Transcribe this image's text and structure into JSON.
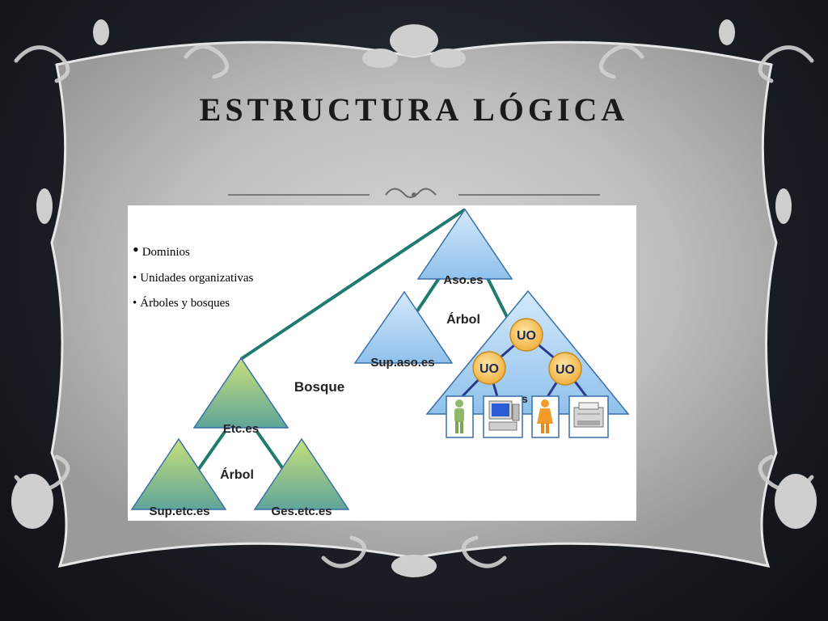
{
  "slide": {
    "title": "Estructura lógica"
  },
  "bullets": [
    "Dominios",
    "Unidades organizativas",
    "Árboles y bosques"
  ],
  "diagram": {
    "domains": {
      "root": "Aso.es",
      "root_child": "Sup.aso.es",
      "second": "Etc.es",
      "second_child_a": "Sup.etc.es",
      "second_child_b": "Ges.etc.es"
    },
    "labels": {
      "tree_top": "Árbol",
      "tree_bottom": "Árbol",
      "forest": "Bosque",
      "ou": "UO",
      "partial_label": "as"
    },
    "colors": {
      "blue_triangle": "#9cc9ef",
      "green_triangle": "#a9cf6a",
      "connector": "#1f7a6f",
      "ou_circle": "#f6c25a",
      "ou_lines": "#2a3a8a"
    },
    "icons": [
      "user-male-icon",
      "computer-icon",
      "user-female-icon",
      "printer-icon"
    ]
  }
}
